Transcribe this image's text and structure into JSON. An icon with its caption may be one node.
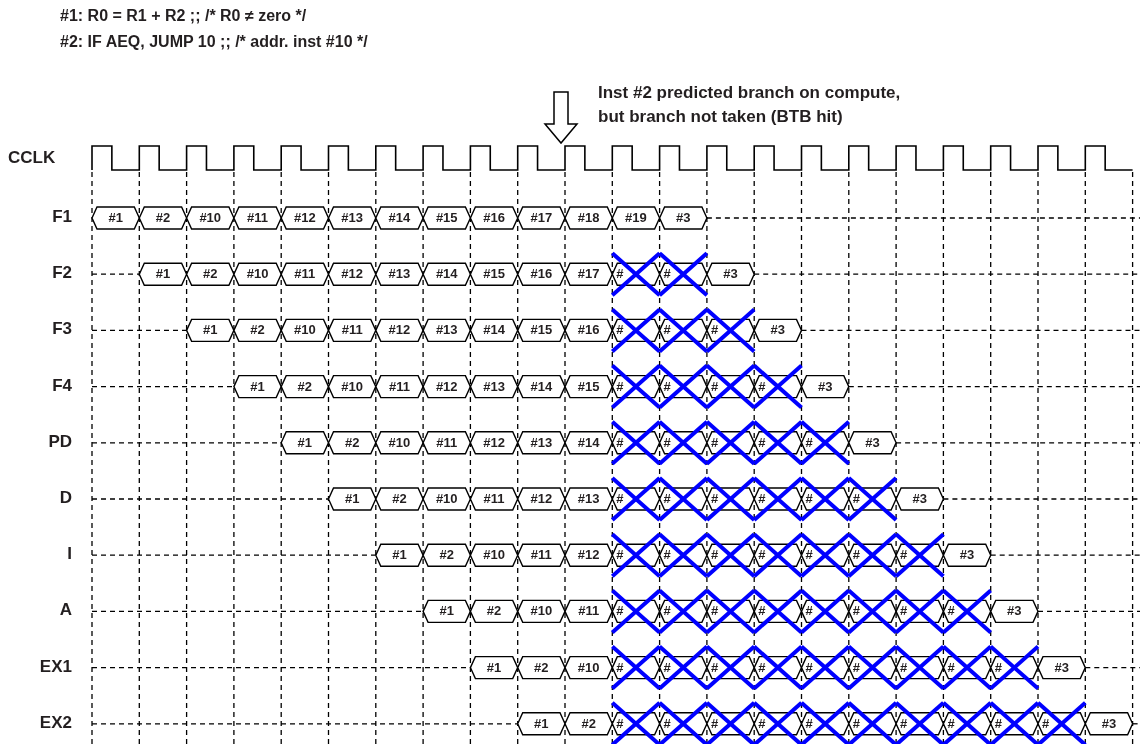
{
  "diagram": {
    "labels": [
      "#1: R0 = R1 + R2 ;; /* R0 ≠ zero */",
      "#2: IF AEQ, JUMP 10 ;; /* addr. inst #10 */",
      "Inst #2 predicted branch on compute, but branch not taken (BTB hit)",
      "CCLK",
      "F1",
      "#1",
      "#2",
      "#10",
      "#11",
      "#12",
      "#13",
      "#14",
      "#15",
      "#16",
      "#17",
      "#18",
      "#19",
      "#3",
      "F2",
      "#1",
      "#2",
      "#10",
      "#11",
      "#12",
      "#13",
      "#14",
      "#15",
      "#16",
      "#17",
      "#",
      "#",
      "#3",
      "F3",
      "#1",
      "#2",
      "#10",
      "#11",
      "#12",
      "#13",
      "#14",
      "#15",
      "#16",
      "#",
      "#",
      "#",
      "#3",
      "F4",
      "#1",
      "#2",
      "#10",
      "#11",
      "#12",
      "#13",
      "#14",
      "#15",
      "#",
      "#",
      "#",
      "#",
      "#3",
      "PD",
      "#1",
      "#2",
      "#10",
      "#11",
      "#12",
      "#13",
      "#14",
      "#",
      "#",
      "#",
      "#",
      "#",
      "#3",
      "D",
      "#1",
      "#2",
      "#10",
      "#11",
      "#12",
      "#13",
      "#",
      "#",
      "#",
      "#",
      "#",
      "#",
      "#3",
      "I",
      "#1",
      "#2",
      "#10",
      "#11",
      "#12",
      "#",
      "#",
      "#",
      "#",
      "#",
      "#",
      "#",
      "#3",
      "A",
      "#1",
      "#2",
      "#10",
      "#11",
      "#",
      "#",
      "#",
      "#",
      "#",
      "#",
      "#",
      "#",
      "#3",
      "EX1",
      "#1",
      "#2",
      "#10",
      "#",
      "#",
      "#",
      "#",
      "#",
      "#",
      "#",
      "#",
      "#",
      "#3",
      "EX2",
      "#1",
      "#2",
      "#",
      "#",
      "#",
      "#",
      "#",
      "#",
      "#",
      "#",
      "#",
      "#",
      "#3"
    ]
  }
}
